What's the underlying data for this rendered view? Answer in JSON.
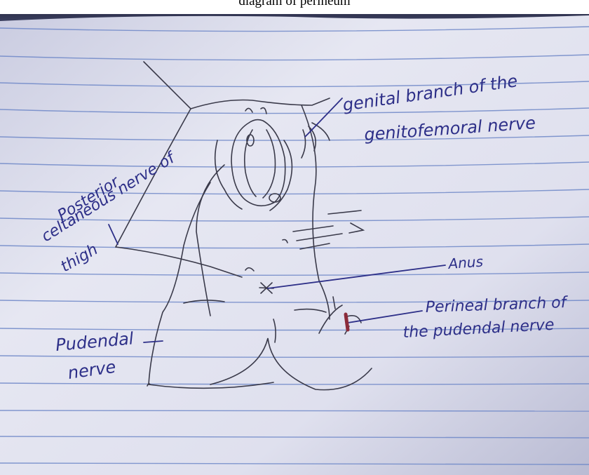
{
  "caption": "diagram of perineum",
  "labels": {
    "genital_line1": "genital branch of the",
    "genital_line2": "genitofemoral nerve",
    "posterior_line1": "Posterior",
    "posterior_line2": "celtaneous nerve of",
    "posterior_line3": "thigh",
    "anus": "Anus",
    "perineal_line1": "Perineal branch of",
    "perineal_line2": "the pudendal nerve",
    "pudendal_line1": "Pudendal",
    "pudendal_line2": "nerve"
  },
  "colors": {
    "paper": "#d7d9ea",
    "ink": "#2d2f88",
    "rule_line": "#6f88c8",
    "pencil": "#3a3a4a",
    "red_mark": "#8b2b3a"
  }
}
